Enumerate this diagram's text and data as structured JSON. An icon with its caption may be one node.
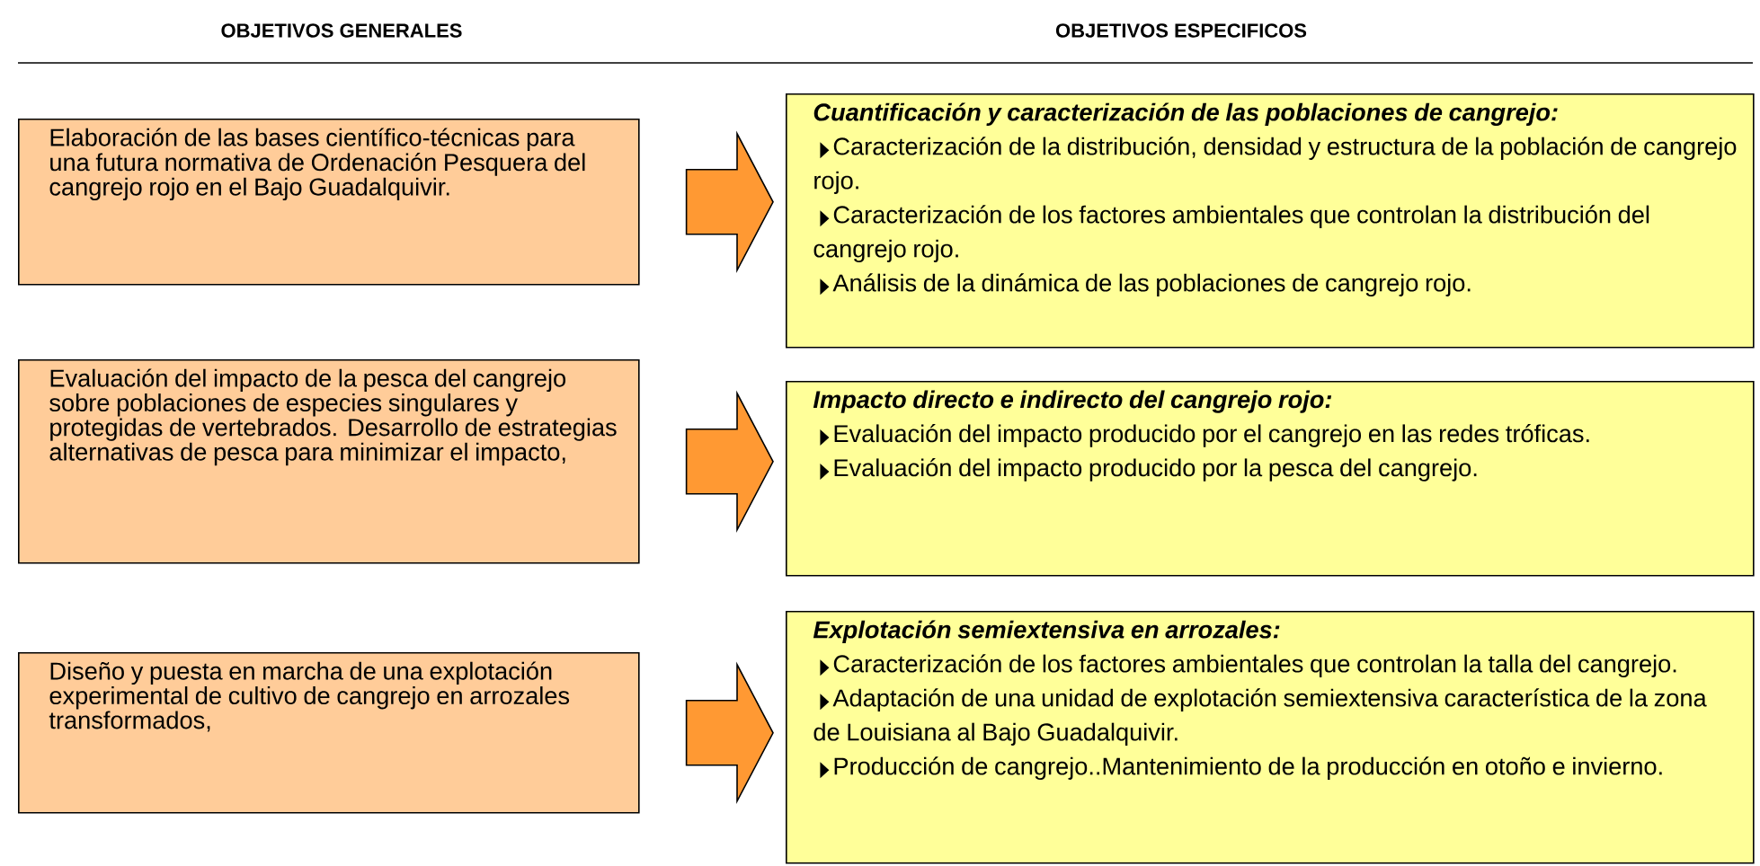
{
  "diagram": {
    "nodes": [
      {
        "text": [
          "Elaboración de las bases científico-técnicas para una futura normativa de Ordenación Pesquera del cangrejo rojo en el Bajo Guadalquivir."
        ]
      },
      {
        "text": [
          "Evaluación del impacto de la pesca del cangrejo sobre poblaciones de especies singulares y protegidas de vertebrados. Desarrollo de estrategias alternativas de pesca para minimizar el impacto,"
        ]
      },
      {
        "text": [
          "Diseño y puesta en marcha de una explotación experimental de cultivo de cangrejo en arrozales transformados,"
        ]
      },
      {
        "text": [
          "Cuantificación y caracterización de las poblaciones de cangrejo:",
          "Caracterización de la distribución, densidad y estructura de la población de cangrejo rojo.",
          "Caracterización de los factores ambientales que controlan la distribución del cangrejo rojo.",
          "Análisis de la dinámica de las poblaciones de cangrejo rojo."
        ]
      },
      {
        "text": [
          "Impacto directo e indirecto del cangrejo rojo:",
          "Evaluación del impacto producido por el cangrejo en las redes tróficas.",
          "Evaluación del impacto producido por la pesca del cangrejo."
        ]
      },
      {
        "text": [
          "Explotación semiextensiva en arrozales:",
          "Caracterización de los factores ambientales que controlan la talla del cangrejo.",
          "Adaptación de una unidad de explotación semiextensiva característica de la zona de Louisiana al Bajo Guadalquivir.",
          "Producción de cangrejo..Mantenimiento de la producción en otoño e invierno."
        ]
      }
    ],
    "edges": [
      {
        "from": 0,
        "to": 3,
        "arrow": "to"
      },
      {
        "from": 1,
        "to": 4,
        "arrow": "to"
      },
      {
        "from": 2,
        "to": 5,
        "arrow": "to"
      }
    ],
    "labels": [
      "OBJETIVOS GENERALES",
      "OBJETIVOS ESPECIFICOS"
    ]
  }
}
